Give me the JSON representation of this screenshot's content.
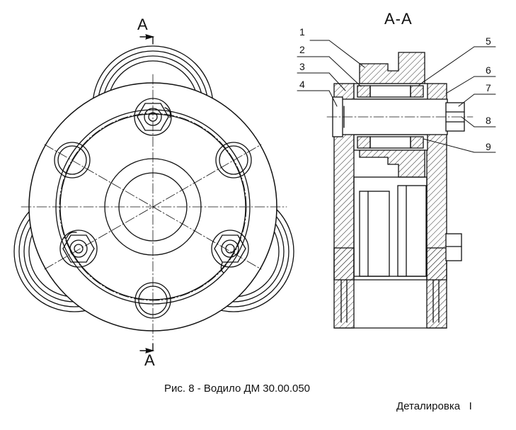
{
  "section": {
    "top_marker": "A",
    "bottom_marker": "A",
    "view_title": "A-A"
  },
  "callouts": [
    "1",
    "2",
    "3",
    "4",
    "5",
    "6",
    "7",
    "8",
    "9"
  ],
  "caption": "Рис. 8  - Водило ДМ 30.00.050",
  "footer": "Деталировка   I"
}
